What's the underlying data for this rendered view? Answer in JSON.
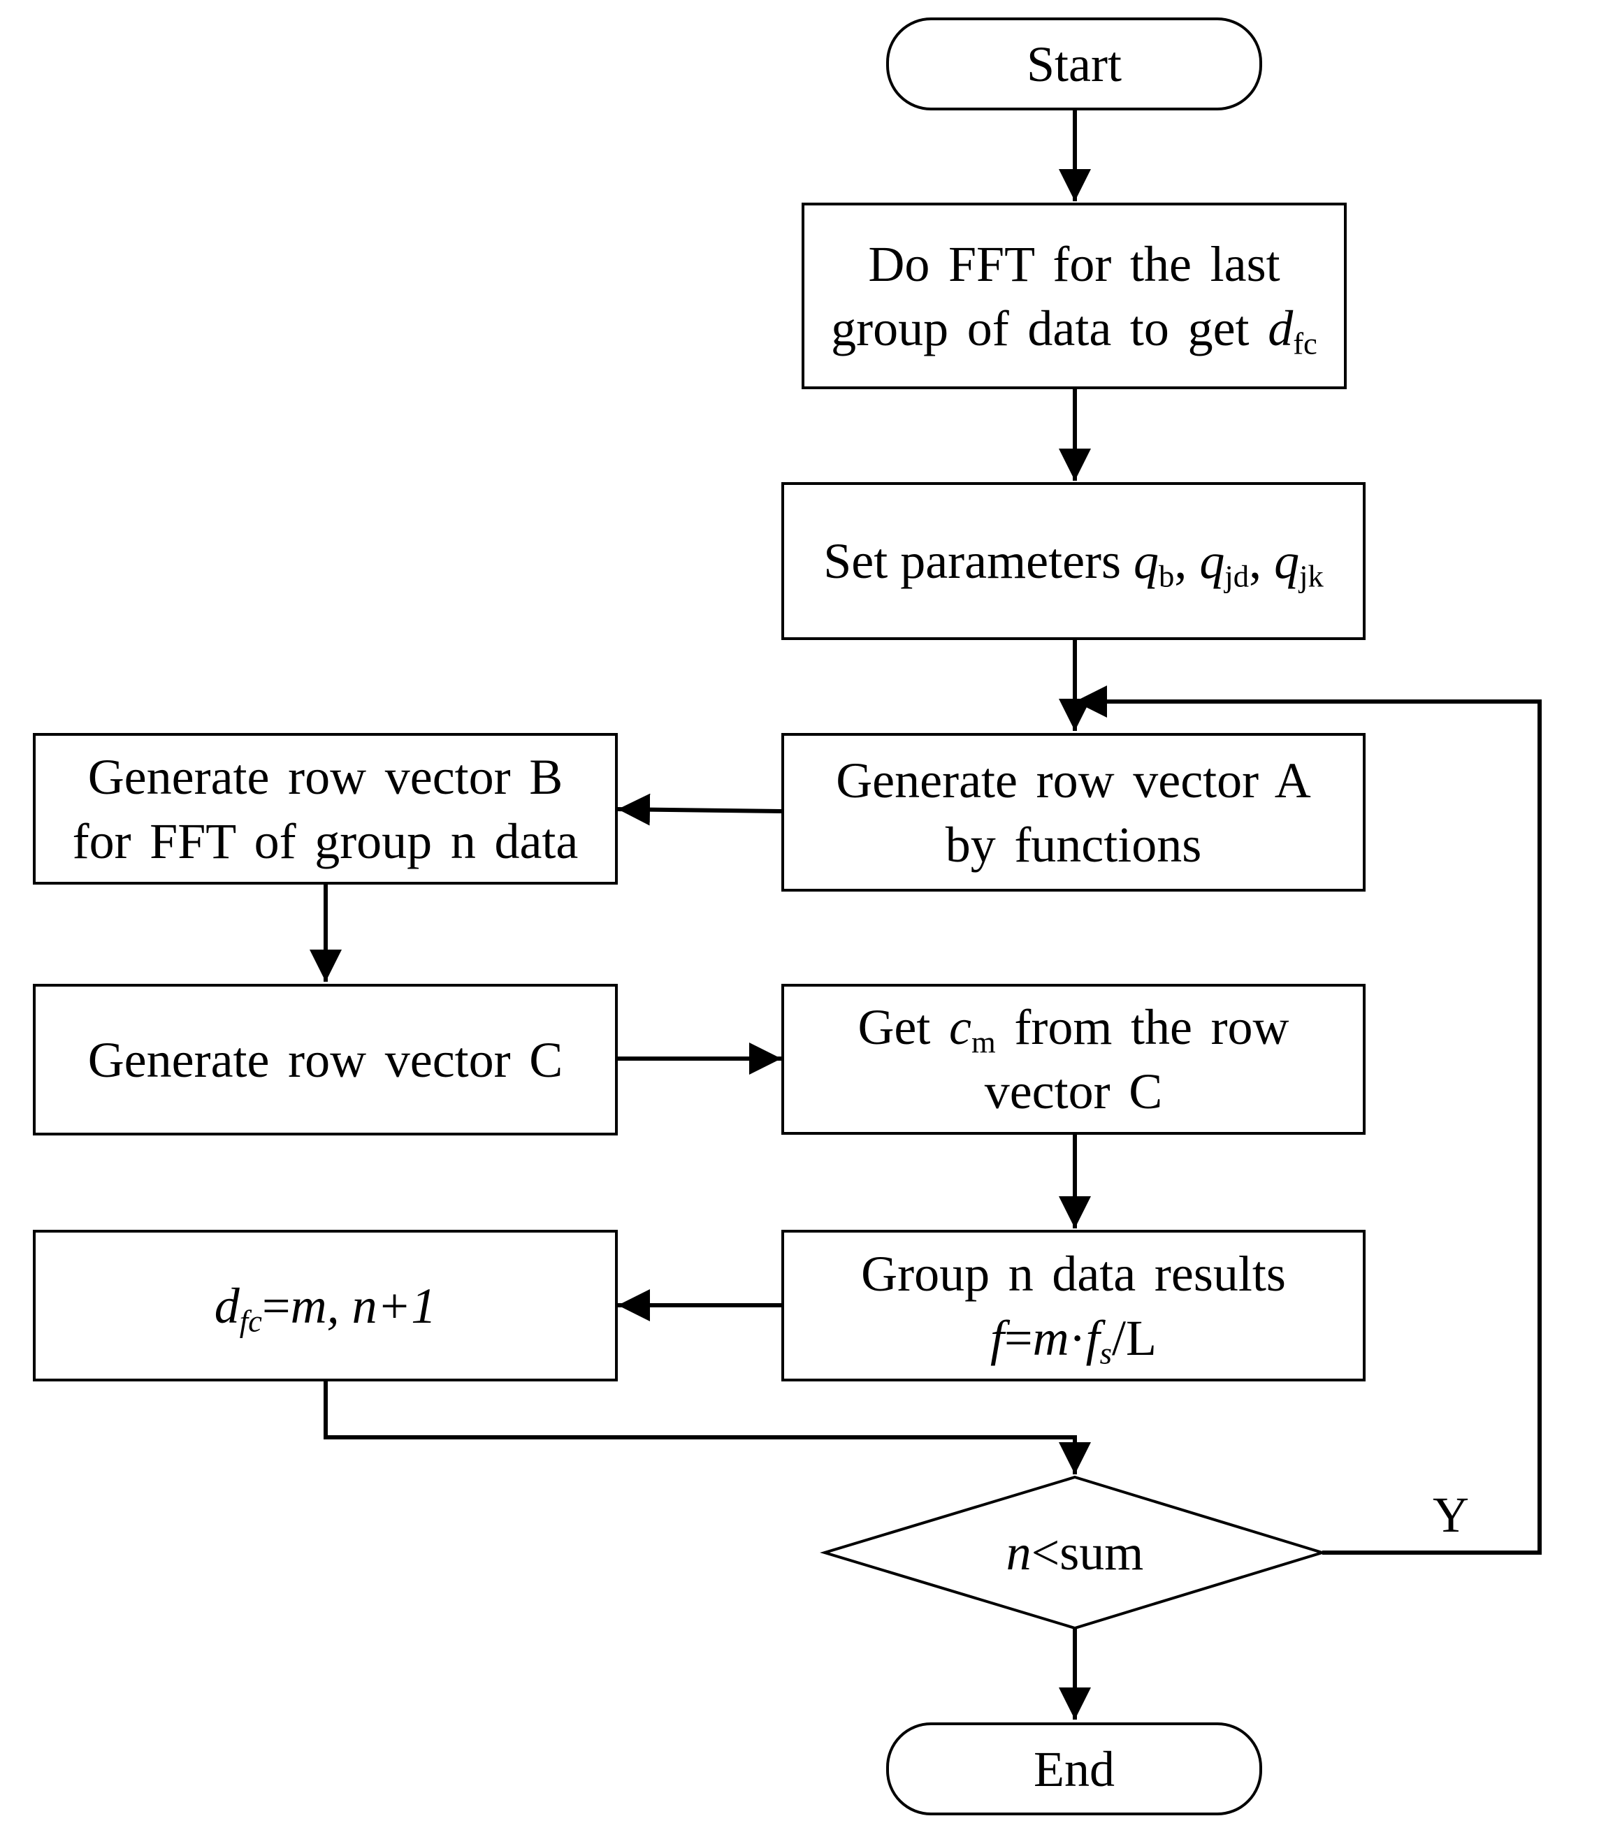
{
  "nodes": {
    "start": "Start",
    "fft_last": {
      "line1": "Do FFT for the last",
      "line2_prefix": "group of data to get ",
      "var": "d",
      "sub": "fc"
    },
    "params": {
      "prefix": "Set parameters ",
      "v1": "q",
      "s1": "b",
      "sep1": ", ",
      "v2": "q",
      "s2": "jd",
      "sep2": ", ",
      "v3": "q",
      "s3": "jk"
    },
    "vector_a": {
      "line1": "Generate row vector A",
      "line2": "by functions"
    },
    "vector_b": {
      "line1": "Generate row vector B",
      "line2": "for FFT of group n data"
    },
    "vector_c": "Generate row vector C",
    "get_cm": {
      "prefix": "Get ",
      "var": "c",
      "sub": "m",
      "suffix": " from the row",
      "line2": "vector C"
    },
    "results": {
      "line1": "Group n data results",
      "f": "f",
      "eq": "=",
      "m": "m",
      "dot": "·",
      "fs": "f",
      "fs_sub": "s",
      "tail": "/L"
    },
    "update": {
      "d": "d",
      "d_sub": "fc",
      "eq": "=",
      "m": "m",
      "comma": ",",
      "n1": "n+1"
    },
    "decision": {
      "n": "n",
      "rest": "<sum"
    },
    "end": "End"
  },
  "edges": {
    "yes_label": "Y"
  },
  "colors": {
    "stroke": "#000000",
    "fill": "#ffffff"
  }
}
